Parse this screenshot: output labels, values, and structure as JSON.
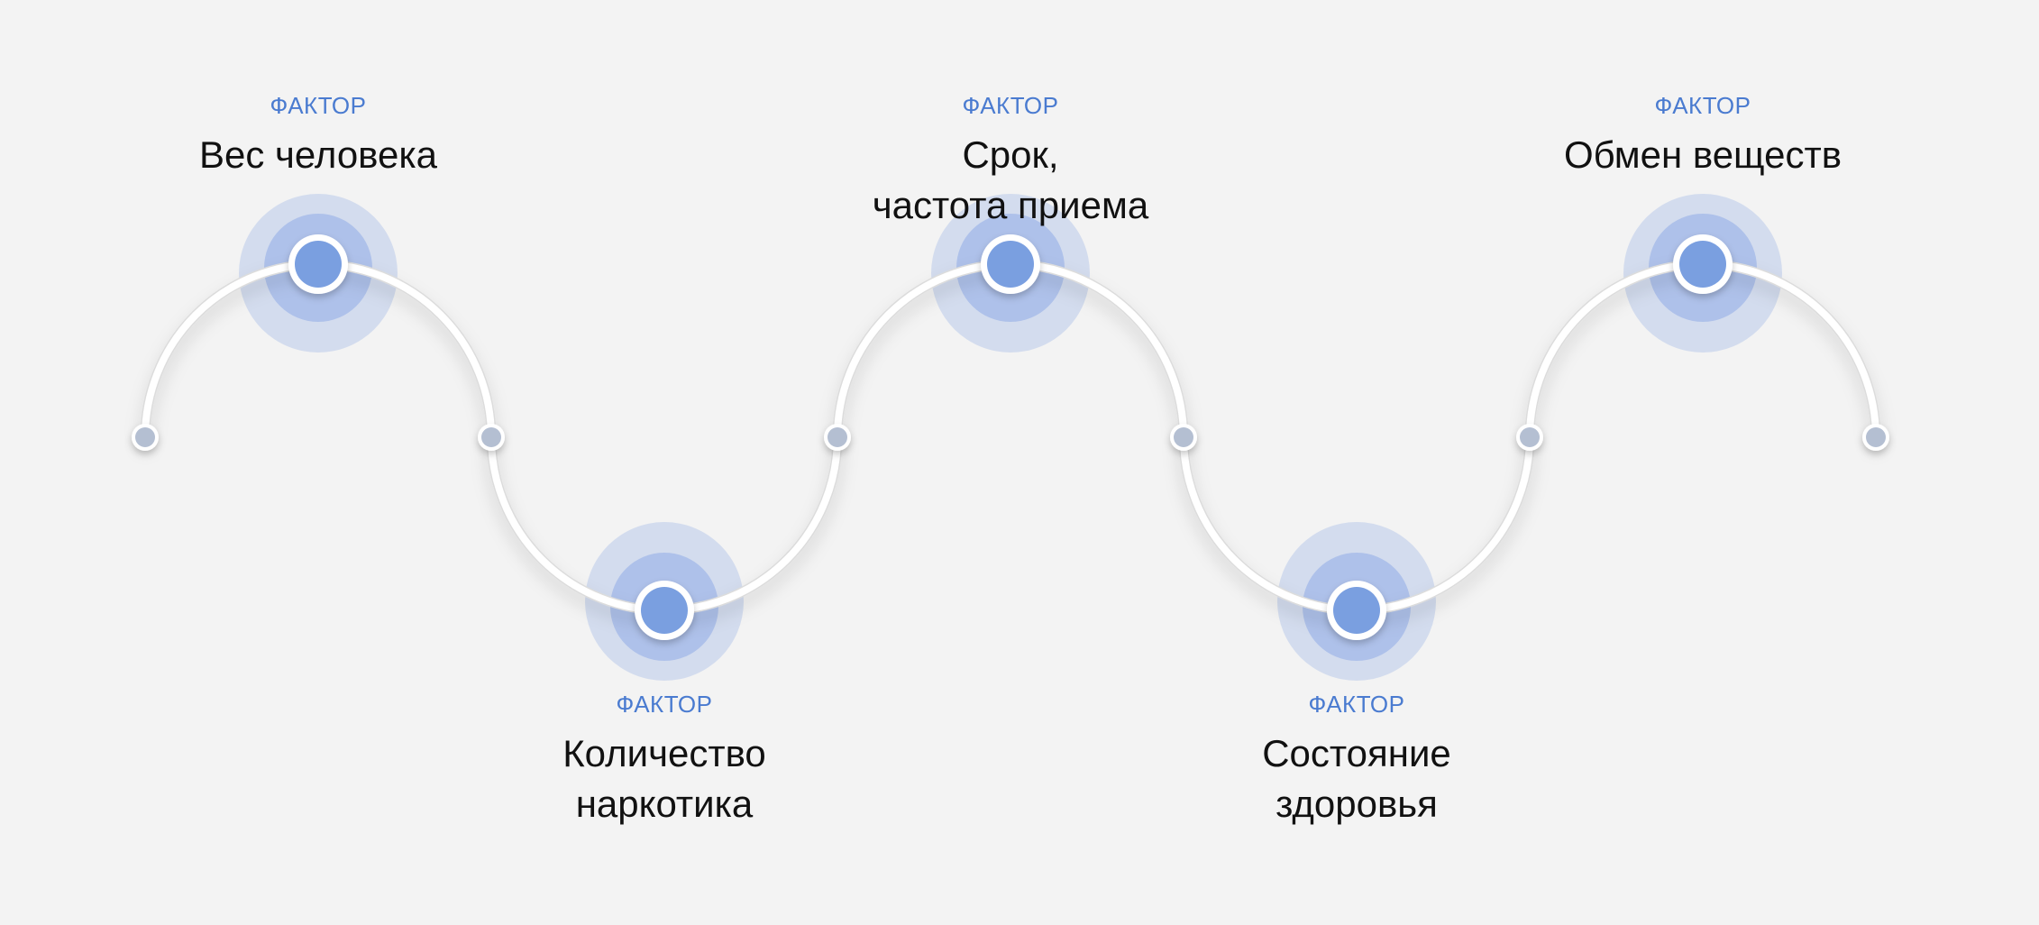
{
  "colors": {
    "background": "#f3f3f3",
    "accent": "#4a7bd0",
    "node_fill": "#7a9fe0",
    "halo_outer": "#d3dcee",
    "halo_inner": "#aec1ea",
    "connector_dot": "#b4bfd2",
    "track": "#ffffff"
  },
  "factors": [
    {
      "kicker": "ФАКТОР",
      "title_lines": [
        "Вес человека"
      ],
      "position": "top"
    },
    {
      "kicker": "ФАКТОР",
      "title_lines": [
        "Количество",
        "наркотика"
      ],
      "position": "bottom"
    },
    {
      "kicker": "ФАКТОР",
      "title_lines": [
        "Срок,",
        "частота приема"
      ],
      "position": "top"
    },
    {
      "kicker": "ФАКТОР",
      "title_lines": [
        "Состояние",
        "здоровья"
      ],
      "position": "bottom"
    },
    {
      "kicker": "ФАКТОР",
      "title_lines": [
        "Обмен веществ"
      ],
      "position": "top"
    }
  ]
}
